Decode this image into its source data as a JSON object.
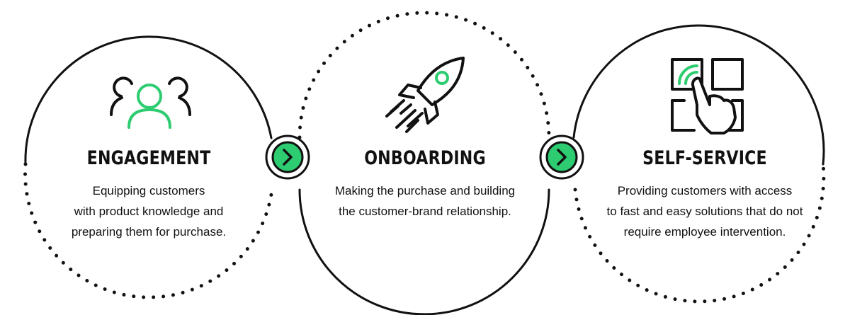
{
  "colors": {
    "accent": "#2ecc71",
    "ink": "#111111",
    "background": "#ffffff"
  },
  "stages": [
    {
      "title": "ENGAGEMENT",
      "icon": "users-icon",
      "description_lines": [
        "Equipping customers",
        "with product knowledge and",
        "preparing them for purchase."
      ]
    },
    {
      "title": "ONBOARDING",
      "icon": "rocket-icon",
      "description_lines": [
        "Making the purchase and building",
        "the customer-brand relationship."
      ]
    },
    {
      "title": "SELF-SERVICE",
      "icon": "touch-screen-icon",
      "description_lines": [
        "Providing customers with access",
        "to fast and easy solutions that do not",
        "require employee intervention."
      ]
    }
  ],
  "connectors": [
    "chevron-right-icon",
    "chevron-right-icon"
  ]
}
